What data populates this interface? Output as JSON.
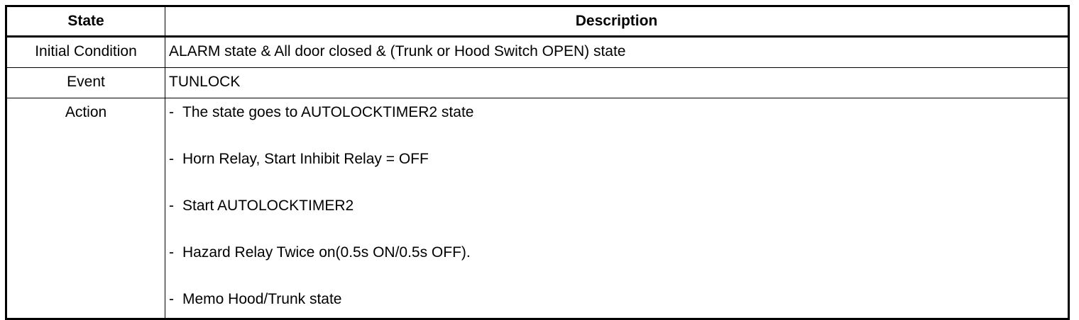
{
  "table": {
    "headers": {
      "state": "State",
      "description": "Description"
    },
    "rows": {
      "initial": {
        "state": "Initial Condition",
        "description": "ALARM state & All door closed & (Trunk or Hood Switch OPEN) state"
      },
      "event": {
        "state": "Event",
        "description": "TUNLOCK"
      },
      "action": {
        "state": "Action",
        "bullet": "-",
        "items": [
          "The state goes to AUTOLOCKTIMER2 state",
          "Horn Relay, Start Inhibit Relay = OFF",
          "Start AUTOLOCKTIMER2",
          "Hazard Relay Twice on(0.5s ON/0.5s OFF).",
          "Memo Hood/Trunk state"
        ]
      }
    }
  }
}
